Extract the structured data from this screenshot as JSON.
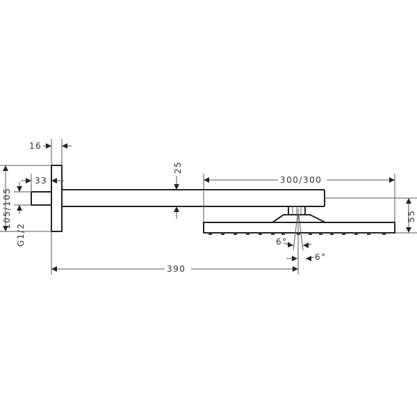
{
  "drawing": {
    "type": "technical dimension drawing",
    "subject": "overhead shower head with wall arm",
    "colors": {
      "line": "#222222",
      "dimension_line": "#555555",
      "background": "#ffffff"
    }
  },
  "dimensions": {
    "flange_thickness": "16",
    "connection_offset": "33",
    "flange_height": "105/105",
    "thread": "G1/2",
    "arm_height": "25",
    "head_size": "300/300",
    "head_height": "55",
    "arm_length": "390",
    "tilt_left": "6°",
    "tilt_right": "6°"
  }
}
